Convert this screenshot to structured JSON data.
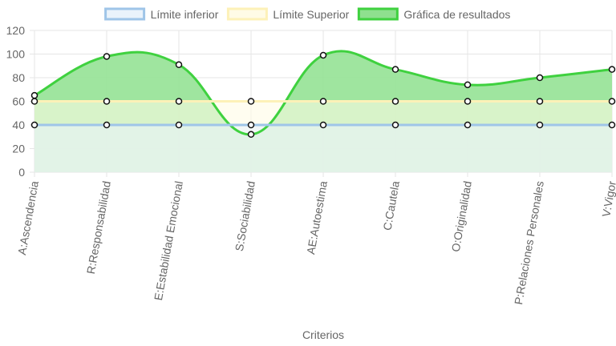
{
  "chart_data": {
    "type": "line",
    "categories": [
      "A:Ascendencia",
      "R:Responsabilidad",
      "E:Estabilidad Emocional",
      "S:Sociabilidad",
      "AE:Autoestima",
      "C:Cautela",
      "O:Originalidad",
      "P:Relaciones Personales",
      "V:Vigor"
    ],
    "series": [
      {
        "name": "Límite inferior",
        "values": [
          40,
          40,
          40,
          40,
          40,
          40,
          40,
          40,
          40
        ],
        "color": "#9fc5e8",
        "fill": "#eaf3fb"
      },
      {
        "name": "Límite Superior",
        "values": [
          60,
          60,
          60,
          60,
          60,
          60,
          60,
          60,
          60
        ],
        "color": "#fdf1b8",
        "fill": "#fffbe6"
      },
      {
        "name": "Gráfica de resultados",
        "values": [
          65,
          98,
          91,
          32,
          99,
          87,
          74,
          80,
          87
        ],
        "color": "#3fd13f",
        "fill": "#8ee08e"
      }
    ],
    "xlabel": "Criterios",
    "ylabel": "",
    "ylim": [
      0,
      120
    ],
    "yticks": [
      0,
      20,
      40,
      60,
      80,
      100,
      120
    ],
    "grid": true,
    "legend_position": "top",
    "smooth": true
  }
}
